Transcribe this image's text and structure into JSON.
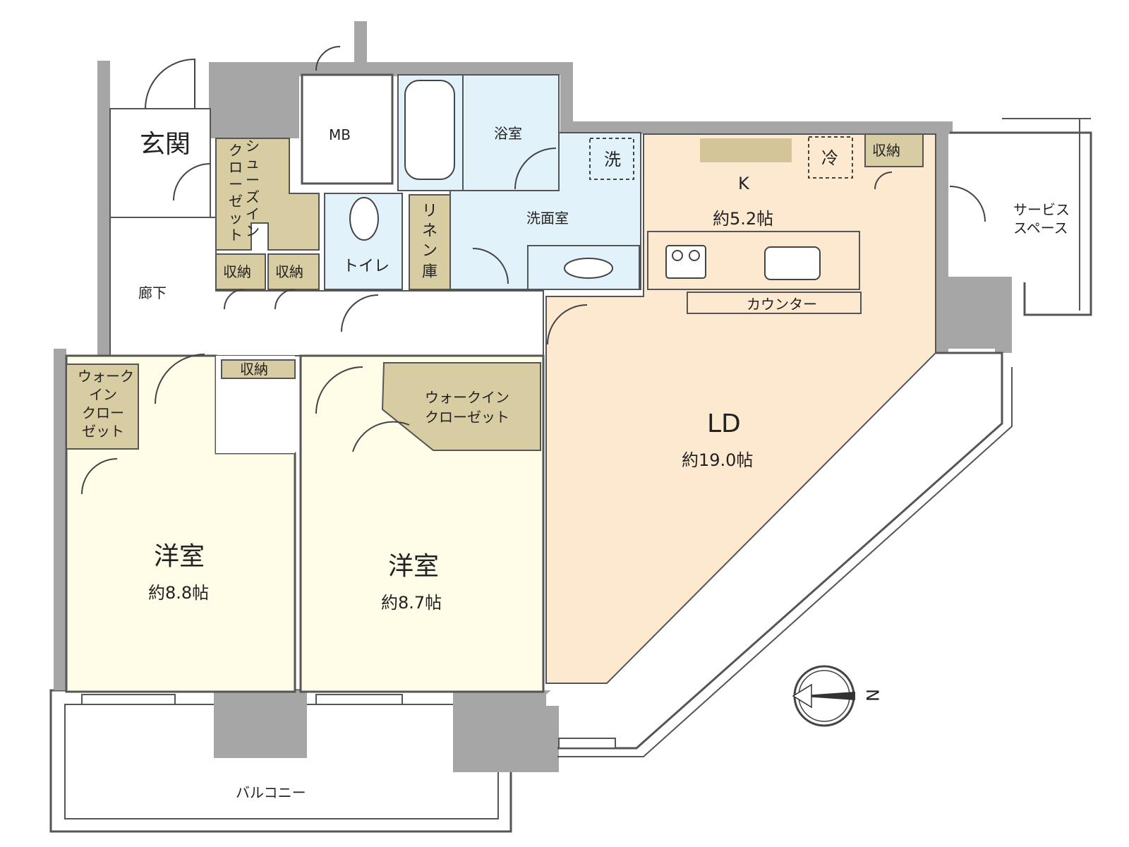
{
  "colors": {
    "wall": "#a6a6a6",
    "bedroom": "#fffde8",
    "ldk": "#fde9cf",
    "wet": "#e2f2fb",
    "storage": "#d8cca3",
    "counter_top": "#d3c597",
    "hall": "#ffffff",
    "balcony": "#ffffff"
  },
  "rooms": {
    "entrance": "玄関",
    "corridor": "廊下",
    "mb": "MB",
    "shoe_closet": [
      "シ",
      "ュ",
      "ー",
      "ズ",
      "イ",
      "ン"
    ],
    "shoe_closet_2": [
      "ク",
      "ロ",
      "ー",
      "ゼ",
      "ッ",
      "ト"
    ],
    "storage_1": "収納",
    "storage_2": "収納",
    "storage_3": "収納",
    "storage_k": "収納",
    "toilet": "トイレ",
    "linen": [
      "リ",
      "ネ",
      "ン",
      "庫"
    ],
    "bath": "浴室",
    "washroom": "洗面室",
    "washer": "洗",
    "fridge": "冷",
    "kitchen": "K",
    "kitchen_size": "約5.2帖",
    "counter": "カウンター",
    "service_space": [
      "サービス",
      "スペース"
    ],
    "ld": "LD",
    "ld_size": "約19.0帖",
    "wic_left": [
      "ウォーク",
      "イン",
      "クロー",
      "ゼット"
    ],
    "wic_mid": [
      "ウォークイン",
      "クローゼット"
    ],
    "bedroom_left": "洋室",
    "bedroom_left_size": "約8.8帖",
    "bedroom_mid": "洋室",
    "bedroom_mid_size": "約8.7帖",
    "balcony": "バルコニー"
  },
  "compass": {
    "direction": "N",
    "icon": "compass-icon"
  }
}
